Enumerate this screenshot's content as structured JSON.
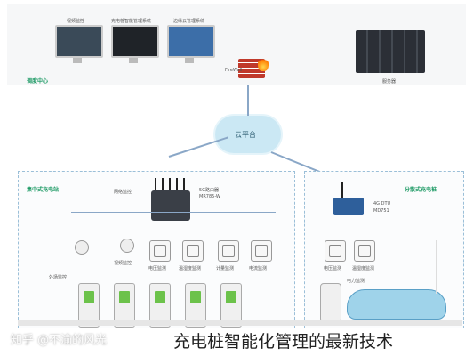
{
  "top": {
    "monitors": [
      {
        "label": "视频监控"
      },
      {
        "label": "充电桩智能管理系统"
      },
      {
        "label": "边缘云管理系统"
      }
    ],
    "firewall_label": "FireWall",
    "server_label": "服务器",
    "zone_label": "调度中心"
  },
  "cloud": {
    "label": "云平台"
  },
  "left_zone": {
    "title": "集中式充电站",
    "router_label": "5G路由器",
    "router_model": "MR785-W",
    "camera_label": "视频监控",
    "aux_label": "网络监控",
    "outdoor_label": "外场监控",
    "sensors": [
      {
        "label": "电压监测"
      },
      {
        "label": "温湿度监测"
      },
      {
        "label": "计量监测"
      },
      {
        "label": "电流监测"
      }
    ]
  },
  "right_zone": {
    "title": "分散式充电桩",
    "dtu_label": "4G DTU",
    "dtu_model": "MD751",
    "sensors": [
      {
        "label": "电压监测"
      },
      {
        "label": "温湿度监测"
      }
    ],
    "meter_label": "电力监测"
  },
  "caption": "充电桩智能化管理的最新技术",
  "watermark": "知乎 @不渝的风光",
  "colors": {
    "accent": "#1f9b66",
    "cloud": "#bfe3f1",
    "firewall": "#e2453c",
    "screen": "#6cc24a"
  }
}
